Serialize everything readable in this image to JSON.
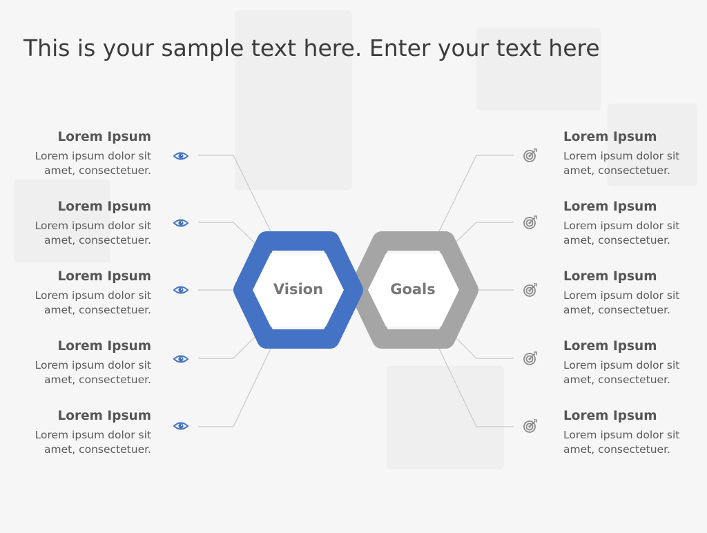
{
  "title": "This is your sample text here. Enter your text here",
  "center": {
    "left_label": "Vision",
    "right_label": "Goals"
  },
  "colors": {
    "vision": "#4472c4",
    "goals": "#a5a5a5",
    "connector": "#c8c8c8"
  },
  "left_items": [
    {
      "heading": "Lorem Ipsum",
      "line1": "Lorem ipsum dolor sit",
      "line2": "amet, consectetuer.",
      "icon": "eye-icon"
    },
    {
      "heading": "Lorem Ipsum",
      "line1": "Lorem ipsum dolor sit",
      "line2": "amet, consectetuer.",
      "icon": "eye-icon"
    },
    {
      "heading": "Lorem Ipsum",
      "line1": "Lorem ipsum dolor sit",
      "line2": "amet, consectetuer.",
      "icon": "eye-icon"
    },
    {
      "heading": "Lorem Ipsum",
      "line1": "Lorem ipsum dolor sit",
      "line2": "amet, consectetuer.",
      "icon": "eye-icon"
    },
    {
      "heading": "Lorem Ipsum",
      "line1": "Lorem ipsum dolor sit",
      "line2": "amet, consectetuer.",
      "icon": "eye-icon"
    }
  ],
  "right_items": [
    {
      "heading": "Lorem Ipsum",
      "line1": "Lorem ipsum dolor sit",
      "line2": "amet, consectetuer.",
      "icon": "target-icon"
    },
    {
      "heading": "Lorem Ipsum",
      "line1": "Lorem ipsum dolor sit",
      "line2": "amet, consectetuer.",
      "icon": "target-icon"
    },
    {
      "heading": "Lorem Ipsum",
      "line1": "Lorem ipsum dolor sit",
      "line2": "amet, consectetuer.",
      "icon": "target-icon"
    },
    {
      "heading": "Lorem Ipsum",
      "line1": "Lorem ipsum dolor sit",
      "line2": "amet, consectetuer.",
      "icon": "target-icon"
    },
    {
      "heading": "Lorem Ipsum",
      "line1": "Lorem ipsum dolor sit",
      "line2": "amet, consectetuer.",
      "icon": "target-icon"
    }
  ]
}
